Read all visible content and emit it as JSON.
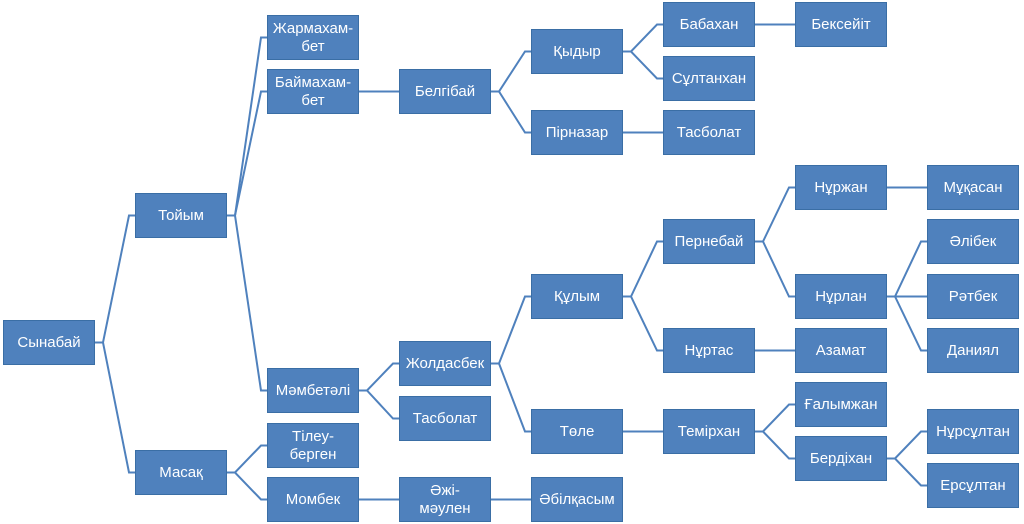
{
  "nodes": {
    "synabai": "Сынабай",
    "toiym": "Тойым",
    "masaq": "Масақ",
    "zharmakhambet": "Жармахам-\nбет",
    "baimakhambet": "Баймахам-\nбет",
    "mambetali": "Мәмбетәлі",
    "tileuberген": "Тілеу-\nберген",
    "mombek": "Момбек",
    "belgibai": "Белгібай",
    "zholdasbek": "Жолдасбек",
    "tasbolat1": "Тасболат",
    "azhimaulen": "Әжі-\nмәулен",
    "qydyr": "Қыдыр",
    "pirnazar": "Пірназар",
    "qulym": "Құлым",
    "tole": "Төле",
    "abilqasym": "Әбілқасым",
    "babakhan": "Бабахан",
    "sultankhan": "Сұлтанхан",
    "tasbolat2": "Тасболат",
    "pernebai": "Пернебай",
    "nurtas": "Нұртас",
    "temirkhan": "Темірхан",
    "beksejit": "Бексейіт",
    "nurzhan": "Нұржан",
    "nurlan": "Нұрлан",
    "azamat": "Азамат",
    "galymzhan": "Ғалымжан",
    "berdikhan": "Бердіхан",
    "muqasan": "Мұқасан",
    "alibek": "Әлібек",
    "ratbek": "Рәтбек",
    "daniyal": "Даниял",
    "nursultan": "Нұрсұлтан",
    "ersultan": "Ерсұлтан"
  }
}
